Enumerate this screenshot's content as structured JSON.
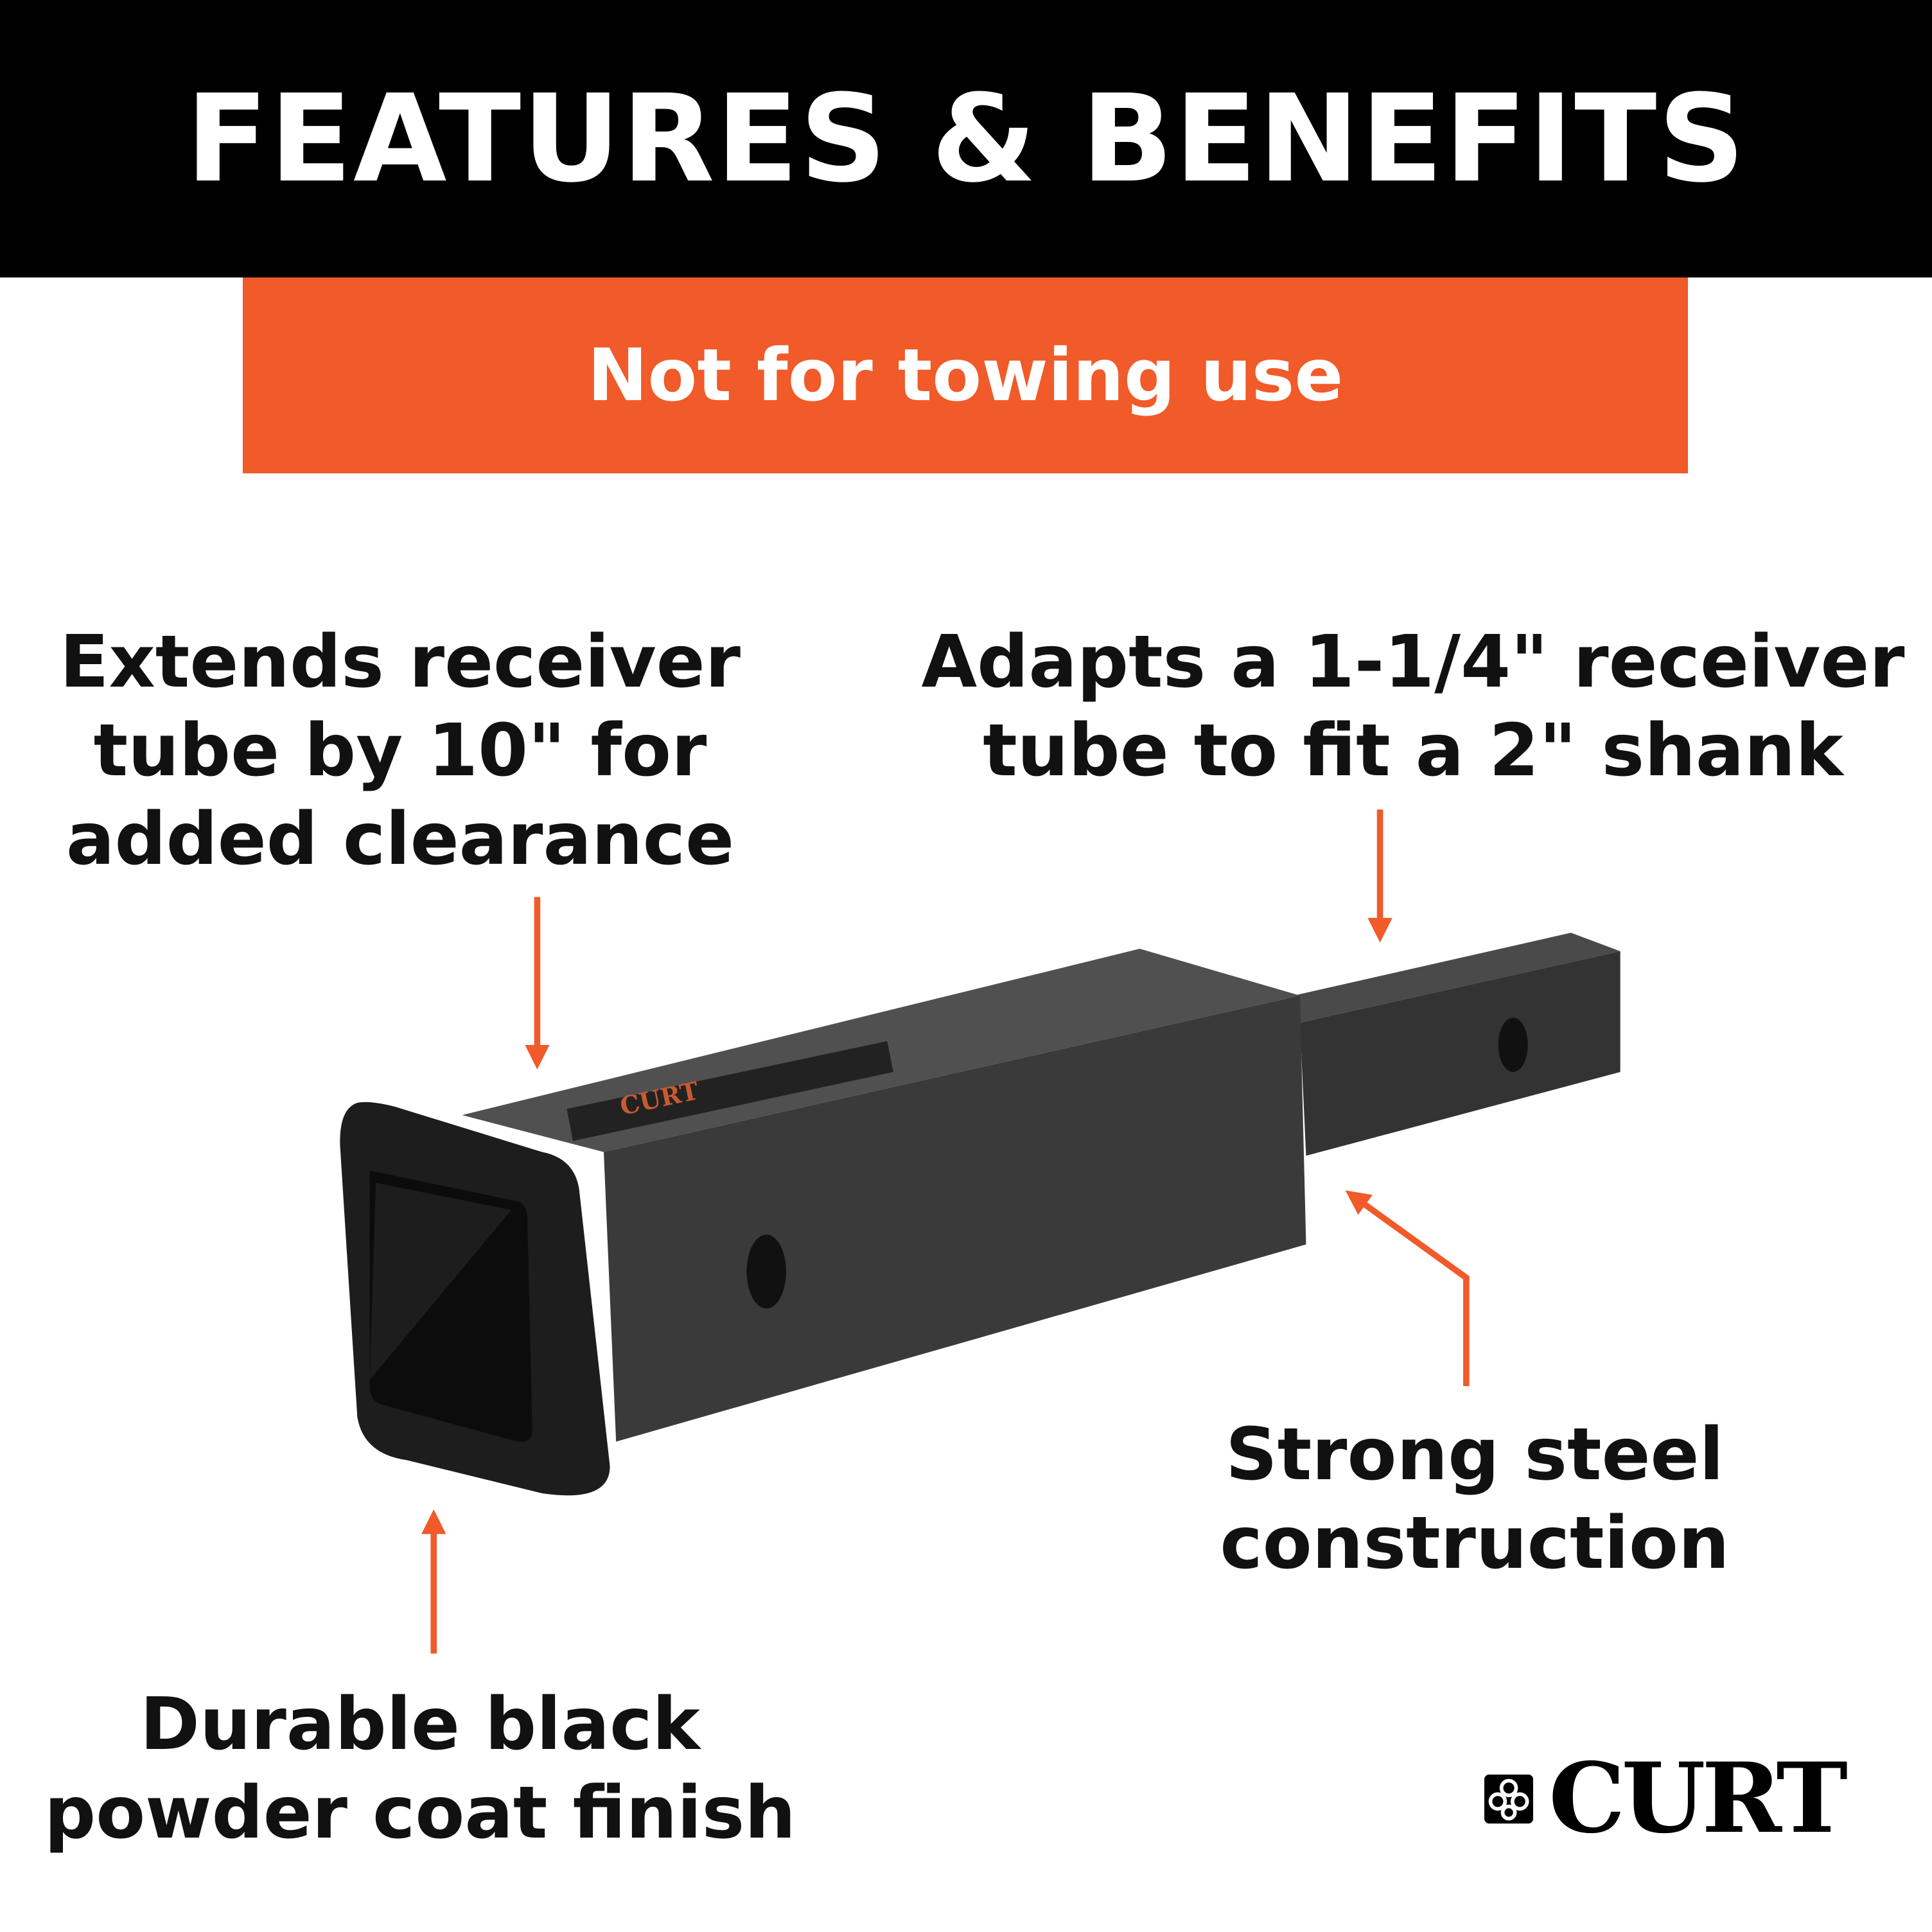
{
  "header": {
    "title": "FEATURES & BENEFITS"
  },
  "banner": {
    "text": "Not for towing use"
  },
  "callouts": {
    "extends": [
      "Extends receiver",
      "tube by 10\" for",
      "added clearance"
    ],
    "adapts": [
      "Adapts a 1-1/4\" receiver",
      "tube to fit a 2\" shank"
    ],
    "steel": [
      "Strong steel",
      "construction"
    ],
    "finish": [
      "Durable black",
      "powder coat finish"
    ]
  },
  "brand": {
    "logo_text": "CURT"
  },
  "colors": {
    "accent": "#f15a29",
    "header_bg": "#000000",
    "text": "#111111"
  }
}
